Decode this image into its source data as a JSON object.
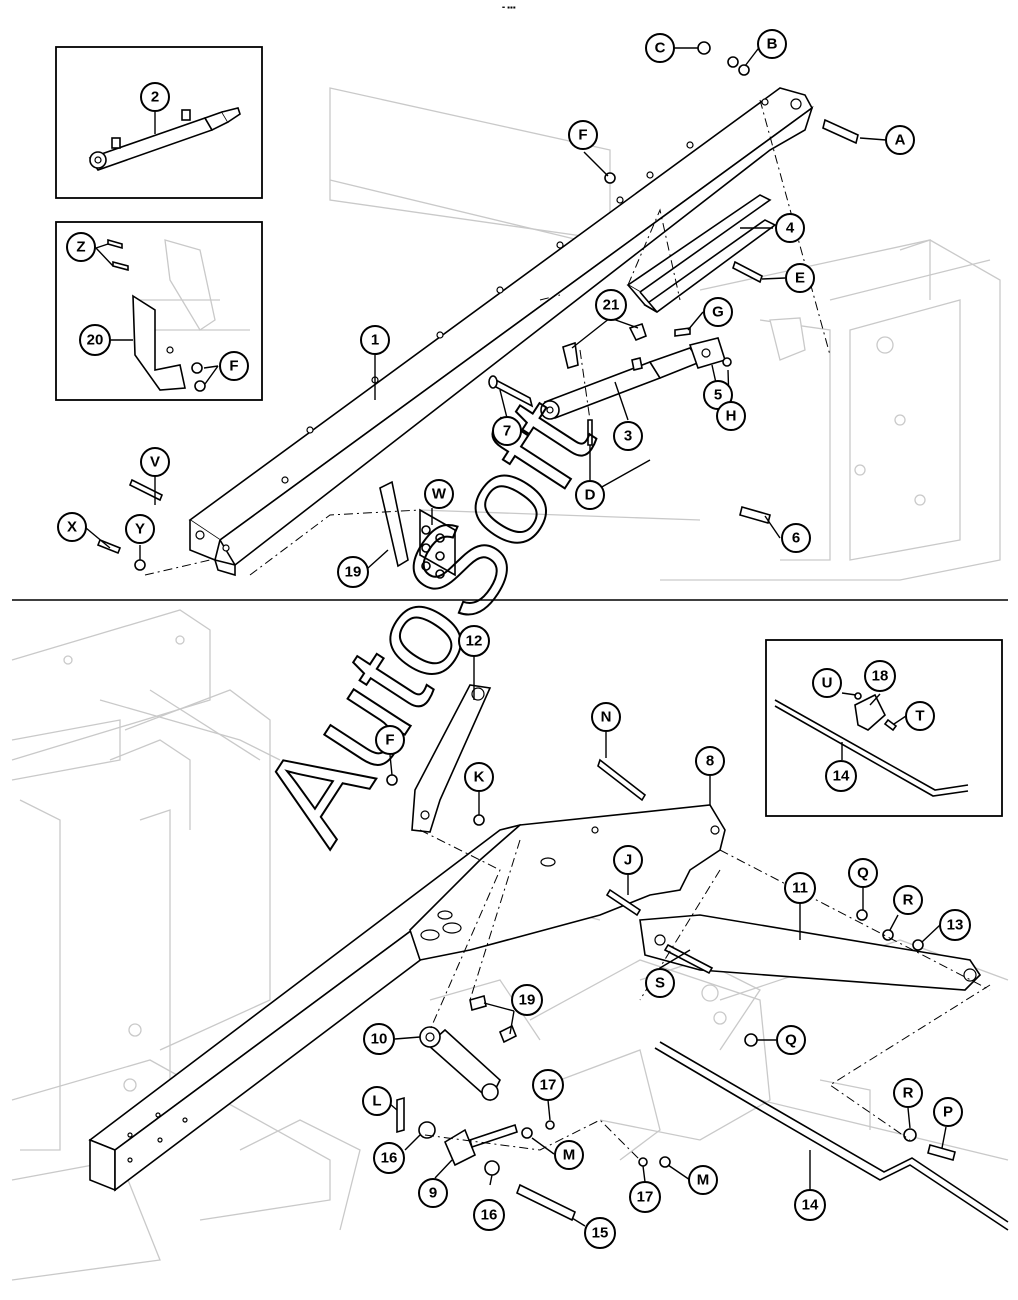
{
  "header_mark": "╸▪▪▪",
  "watermark": "AutoSoft",
  "callouts": {
    "c2": "2",
    "cZ": "Z",
    "c20": "20",
    "cF_inset": "F",
    "cC": "C",
    "cB": "B",
    "cA": "A",
    "cF_top": "F",
    "c4": "4",
    "cE": "E",
    "cG": "G",
    "c21": "21",
    "c1": "1",
    "c5": "5",
    "cH": "H",
    "c7": "7",
    "c3": "3",
    "cD": "D",
    "c6": "6",
    "cV": "V",
    "cW": "W",
    "cX": "X",
    "cY": "Y",
    "c19_top": "19",
    "c12": "12",
    "cF_bottom": "F",
    "cK": "K",
    "cN": "N",
    "c8": "8",
    "cJ": "J",
    "c11": "11",
    "cQ_top": "Q",
    "cR_top": "R",
    "c13": "13",
    "cS": "S",
    "c19_bottom": "19",
    "c10": "10",
    "cQ_bottom": "Q",
    "c17_left": "17",
    "cL": "L",
    "c16_left": "16",
    "cM_left": "M",
    "c9": "9",
    "c16_bottom": "16",
    "c15": "15",
    "c17_right": "17",
    "cM_right": "M",
    "c14_main": "14",
    "cR_bottom": "R",
    "cP": "P",
    "cU": "U",
    "c18": "18",
    "cT": "T",
    "c14_inset": "14"
  }
}
